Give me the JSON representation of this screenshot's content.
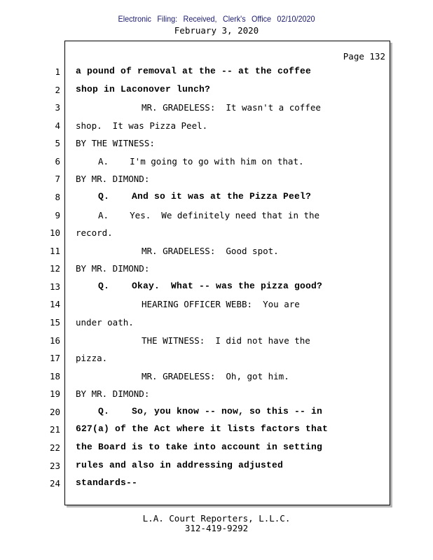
{
  "header": {
    "filing_stamp": "Electronic Filing: Received, Clerk's Office 02/10/2020",
    "date": "February 3, 2020"
  },
  "page_label": "Page 132",
  "lines": [
    {
      "n": "1",
      "text": "a pound of removal at the -- at the coffee",
      "bold": true,
      "indent": 0
    },
    {
      "n": "2",
      "text": "shop in Laconover lunch?",
      "bold": true,
      "indent": 0
    },
    {
      "n": "3",
      "text": "MR. GRADELESS:  It wasn't a coffee",
      "bold": false,
      "indent": 94
    },
    {
      "n": "4",
      "text": "shop.  It was Pizza Peel.",
      "bold": false,
      "indent": 0
    },
    {
      "n": "5",
      "text": "BY THE WITNESS:",
      "bold": false,
      "indent": 0
    },
    {
      "n": "6",
      "text": "A.    I'm going to go with him on that.",
      "bold": false,
      "indent": 32
    },
    {
      "n": "7",
      "text": "BY MR. DIMOND:",
      "bold": false,
      "indent": 0
    },
    {
      "n": "8",
      "text": "Q.    And so it was at the Pizza Peel?",
      "bold": true,
      "indent": 32
    },
    {
      "n": "9",
      "text": "A.    Yes.  We definitely need that in the",
      "bold": false,
      "indent": 32
    },
    {
      "n": "10",
      "text": "record.",
      "bold": false,
      "indent": 0
    },
    {
      "n": "11",
      "text": "MR. GRADELESS:  Good spot.",
      "bold": false,
      "indent": 94
    },
    {
      "n": "12",
      "text": "BY MR. DIMOND:",
      "bold": false,
      "indent": 0
    },
    {
      "n": "13",
      "text": "Q.    Okay.  What -- was the pizza good?",
      "bold": true,
      "indent": 32
    },
    {
      "n": "14",
      "text": "HEARING OFFICER WEBB:  You are",
      "bold": false,
      "indent": 94
    },
    {
      "n": "15",
      "text": "under oath.",
      "bold": false,
      "indent": 0
    },
    {
      "n": "16",
      "text": "THE WITNESS:  I did not have the",
      "bold": false,
      "indent": 94
    },
    {
      "n": "17",
      "text": "pizza.",
      "bold": false,
      "indent": 0
    },
    {
      "n": "18",
      "text": "MR. GRADELESS:  Oh, got him.",
      "bold": false,
      "indent": 94
    },
    {
      "n": "19",
      "text": "BY MR. DIMOND:",
      "bold": false,
      "indent": 0
    },
    {
      "n": "20",
      "text": "Q.    So, you know -- now, so this -- in",
      "bold": true,
      "indent": 32
    },
    {
      "n": "21",
      "text": "627(a) of the Act where it lists factors that",
      "bold": true,
      "indent": 0
    },
    {
      "n": "22",
      "text": "the Board is to take into account in setting",
      "bold": true,
      "indent": 0
    },
    {
      "n": "23",
      "text": "rules and also in addressing adjusted",
      "bold": true,
      "indent": 0
    },
    {
      "n": "24",
      "text": "standards--",
      "bold": true,
      "indent": 0
    }
  ],
  "footer": {
    "company": "L.A. Court Reporters, L.L.C.",
    "phone": "312-419-9292"
  }
}
